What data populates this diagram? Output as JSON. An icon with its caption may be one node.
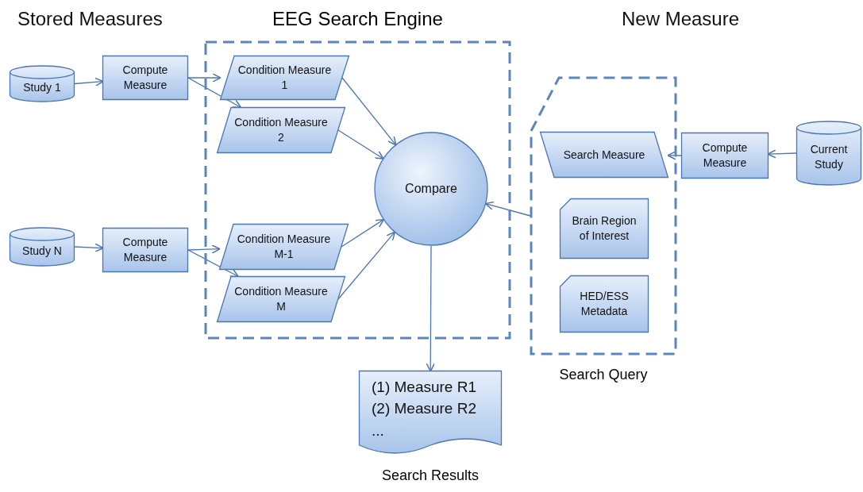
{
  "diagram": {
    "nodes": [
      {
        "text": [
          "Study 1"
        ]
      },
      {
        "text": [
          "Compute Measure"
        ]
      },
      {
        "text": [
          "Study N"
        ]
      },
      {
        "text": [
          "Compute Measure"
        ]
      },
      {
        "text": [
          "EEG Search Engine"
        ]
      },
      {
        "text": [
          "Condition Measure 1"
        ],
        "in": 4
      },
      {
        "text": [
          "Condition Measure 2"
        ],
        "in": 4
      },
      {
        "text": [
          "Condition Measure M-1"
        ],
        "in": 4
      },
      {
        "text": [
          "Condition Measure M"
        ],
        "in": 4
      },
      {
        "text": [
          "Compare"
        ],
        "in": 4
      },
      {
        "text": [
          "Search Query"
        ]
      },
      {
        "text": [
          "Search Measure"
        ],
        "in": 10
      },
      {
        "text": [
          "Brain Region of Interest"
        ],
        "in": 10
      },
      {
        "text": [
          "HED/ESS Metadata"
        ],
        "in": 10
      },
      {
        "text": [
          "Compute Measure"
        ]
      },
      {
        "text": [
          "Current Study"
        ]
      },
      {
        "text": [
          "(1) Measure R1",
          "(2) Measure R2",
          "..."
        ],
        "beside": [
          "Search Results"
        ]
      }
    ],
    "edges": [
      {
        "from": 0,
        "to": 1,
        "arrow": "to"
      },
      {
        "from": 2,
        "to": 3,
        "arrow": "to"
      },
      {
        "from": 1,
        "to": 5,
        "arrow": "to"
      },
      {
        "from": 1,
        "to": 6,
        "arrow": "to"
      },
      {
        "from": 3,
        "to": 7,
        "arrow": "to"
      },
      {
        "from": 3,
        "to": 8,
        "arrow": "to"
      },
      {
        "from": 5,
        "to": 9,
        "arrow": "to"
      },
      {
        "from": 6,
        "to": 9,
        "arrow": "to"
      },
      {
        "from": 7,
        "to": 9,
        "arrow": "to"
      },
      {
        "from": 8,
        "to": 9,
        "arrow": "to"
      },
      {
        "from": 10,
        "to": 9,
        "arrow": "to"
      },
      {
        "from": 15,
        "to": 14,
        "arrow": "to"
      },
      {
        "from": 14,
        "to": 11,
        "arrow": "to"
      },
      {
        "from": 9,
        "to": 16,
        "arrow": "to"
      }
    ],
    "labels": [
      "Stored Measures",
      "New Measure"
    ]
  }
}
